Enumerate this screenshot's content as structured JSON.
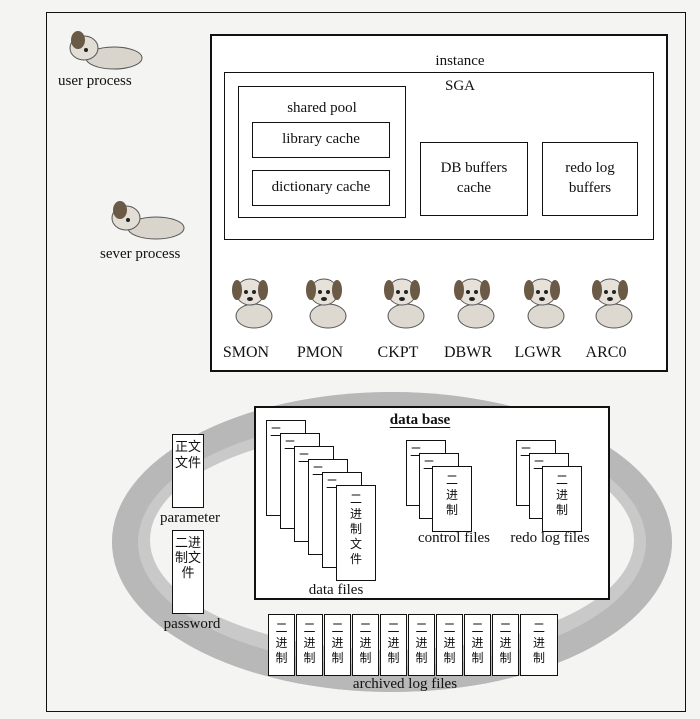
{
  "labels": {
    "user_process": "user process",
    "server_process": "sever process",
    "instance": "instance",
    "sga": "SGA",
    "shared_pool": "shared pool",
    "library_cache": "library cache",
    "dictionary_cache": "dictionary cache",
    "db_buffers_line1": "DB buffers",
    "db_buffers_line2": "cache",
    "redo_buffers_line1": "redo log",
    "redo_buffers_line2": "buffers",
    "database": "data base",
    "data_files": "data files",
    "control_files": "control files",
    "redo_log_files": "redo log files",
    "parameter": "parameter",
    "password": "password",
    "archived_log_files": "archived log files"
  },
  "background_processes": [
    "SMON",
    "PMON",
    "CKPT",
    "DBWR",
    "LGWR",
    "ARC0"
  ],
  "file_text": {
    "text_file": "正文文件",
    "binary_file": "二进制文件",
    "binary": "二进制"
  },
  "colors": {
    "ring": "#c9c9c9",
    "border": "#111111"
  }
}
